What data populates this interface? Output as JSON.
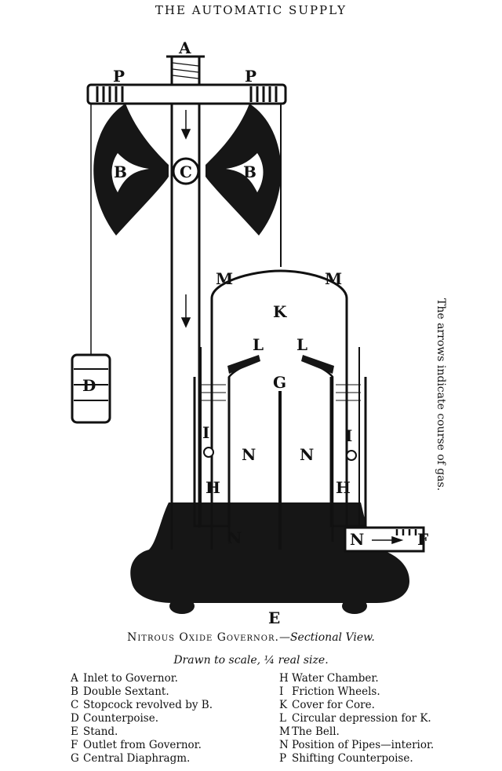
{
  "header": "THE AUTOMATIC SUPPLY",
  "side_note": "The arrows indicate course of gas.",
  "caption": {
    "title": "Nitrous Oxide Governor.",
    "subtitle": "—Sectional View."
  },
  "scale_note": {
    "prefix": "Drawn to scale,",
    "fraction": "¼",
    "suffix": "real size."
  },
  "labels": {
    "A": "A",
    "B": "B",
    "C": "C",
    "D": "D",
    "E": "E",
    "F": "F",
    "G": "G",
    "H": "H",
    "I": "I",
    "K": "K",
    "L": "L",
    "M": "M",
    "N": "N",
    "P": "P"
  },
  "legend_left": [
    {
      "key": "A",
      "text": "Inlet to Governor."
    },
    {
      "key": "B",
      "text": "Double Sextant."
    },
    {
      "key": "C",
      "text": "Stopcock revolved by B."
    },
    {
      "key": "D",
      "text": "Counterpoise."
    },
    {
      "key": "E",
      "text": "Stand."
    },
    {
      "key": "F",
      "text": "Outlet from Governor."
    },
    {
      "key": "G",
      "text": "Central Diaphragm."
    }
  ],
  "legend_right": [
    {
      "key": "H",
      "text": "Water Chamber."
    },
    {
      "key": "I",
      "text": "Friction Wheels."
    },
    {
      "key": "K",
      "text": "Cover for Core."
    },
    {
      "key": "L",
      "text": "Circular depression for K."
    },
    {
      "key": "M",
      "text": "The Bell."
    },
    {
      "key": "N",
      "text": "Position of Pipes—interior."
    },
    {
      "key": "P",
      "text": "Shifting Counterpoise."
    }
  ]
}
